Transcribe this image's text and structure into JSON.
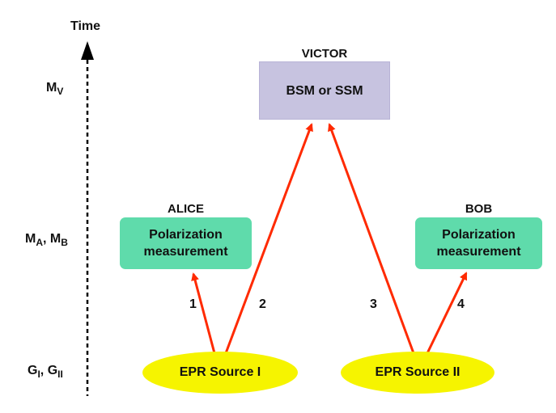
{
  "axis": {
    "title": "Time",
    "ticks": {
      "mv": {
        "base": "M",
        "sub": "V"
      },
      "mab": {
        "base1": "M",
        "sub1": "A",
        "sep": ", ",
        "base2": "M",
        "sub2": "B"
      },
      "g": {
        "base1": "G",
        "sub1": "I",
        "sep": ", ",
        "base2": "G",
        "sub2": "II"
      }
    }
  },
  "victor": {
    "name": "VICTOR",
    "box_text": "BSM or SSM"
  },
  "alice": {
    "name": "ALICE",
    "line1": "Polarization",
    "line2": "measurement"
  },
  "bob": {
    "name": "BOB",
    "line1": "Polarization",
    "line2": "measurement"
  },
  "sources": {
    "one": "EPR Source I",
    "two": "EPR Source II"
  },
  "arrows": {
    "a1": "1",
    "a2": "2",
    "a3": "3",
    "a4": "4"
  },
  "colors": {
    "arrow": "#ff2a00",
    "victor_box": "#c7c3e0",
    "measure_box": "#5fdbab",
    "source": "#f6f400"
  }
}
